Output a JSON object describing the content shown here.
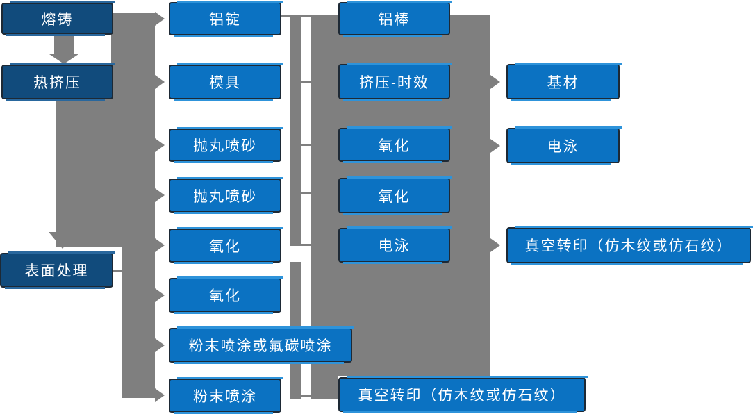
{
  "diagram": {
    "description": "aluminum-profile-process-flowchart",
    "colors": {
      "node_blue": "#0b72c2",
      "node_dark_blue": "#114b7c",
      "node_border": "#1d2935",
      "node_bevel_light": "#2e93da",
      "connector_gray": "#7f7f7f",
      "text": "#ffffff",
      "background": "#ffffff"
    }
  },
  "nodes": {
    "melting_casting": "熔铸",
    "hot_extrusion": "热挤压",
    "surface_treatment": "表面处理",
    "aluminum_ingot": "铝锭",
    "mold": "模具",
    "shot_blasting_1": "抛丸喷砂",
    "shot_blasting_2": "抛丸喷砂",
    "oxidation_1": "氧化",
    "oxidation_2": "氧化",
    "powder_or_fluorocarbon_coating": "粉末喷涂或氟碳喷涂",
    "powder_coating": "粉末喷涂",
    "aluminum_rod": "铝棒",
    "extrusion_aging": "挤压-时效",
    "oxidation_3": "氧化",
    "oxidation_4": "氧化",
    "electrophoresis_1": "电泳",
    "vacuum_transfer_1": "真空转印（仿木纹或仿石纹）",
    "substrate": "基材",
    "electrophoresis_2": "电泳",
    "vacuum_transfer_2": "真空转印（仿木纹或仿石纹）"
  }
}
